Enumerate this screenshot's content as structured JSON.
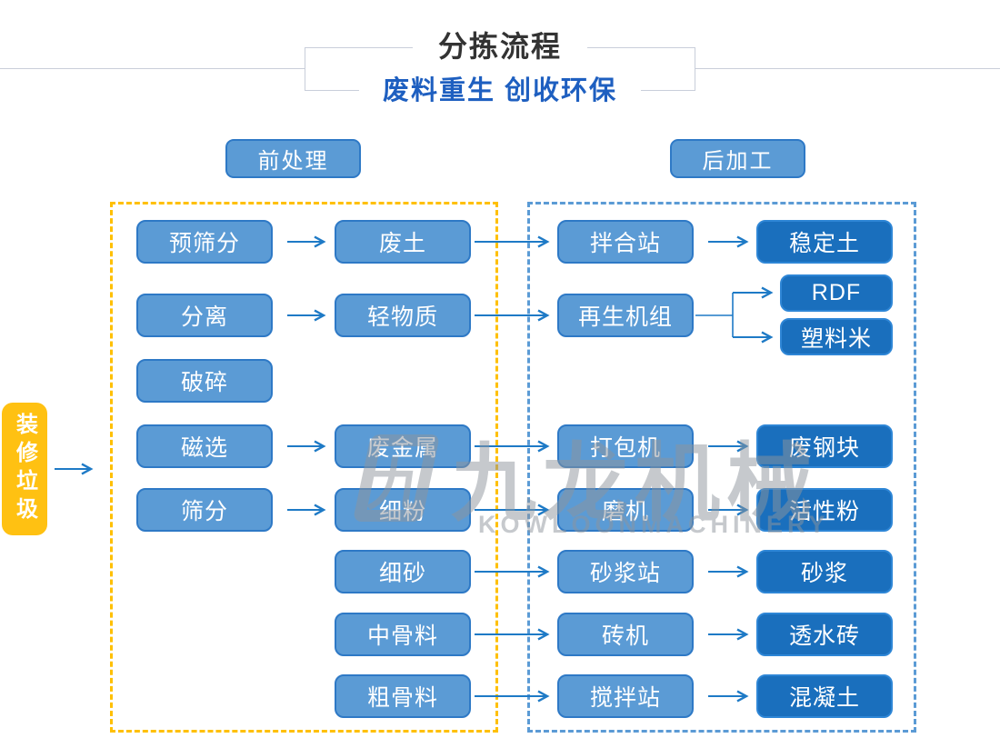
{
  "title": {
    "main": "分拣流程",
    "subtitle": "废料重生 创收环保"
  },
  "sections": {
    "pre": "前处理",
    "post": "后加工"
  },
  "source_label": "装修垃圾",
  "nodes": {
    "pre_col1": [
      "预筛分",
      "分离",
      "破碎",
      "磁选",
      "筛分"
    ],
    "pre_col2": [
      "废土",
      "轻物质",
      "废金属",
      "细粉",
      "细砂",
      "中骨料",
      "粗骨料"
    ],
    "post_col1": [
      "拌合站",
      "再生机组",
      "打包机",
      "磨机",
      "砂浆站",
      "砖机",
      "搅拌站"
    ],
    "post_col2": [
      "稳定土",
      "RDF",
      "塑料米",
      "废钢块",
      "活性粉",
      "砂浆",
      "透水砖",
      "混凝土"
    ]
  },
  "watermark": {
    "logo_glyph": "九",
    "name_cn": "九龙机械",
    "name_en": "KOWLOONMACHINERY"
  },
  "colors": {
    "process_blue": "#5B9BD5",
    "process_border": "#2E79C6",
    "output_blue": "#1A6FBD",
    "output_border": "#2E86D6",
    "source_yellow": "#FFC112",
    "pre_dash_yellow": "#FFC000",
    "post_dash_blue": "#5B9BD5",
    "arrow_blue": "#1E7AC6",
    "subtitle_blue": "#1E5FC0",
    "title_dark": "#333333",
    "watermark_gray": "#8E959C"
  }
}
